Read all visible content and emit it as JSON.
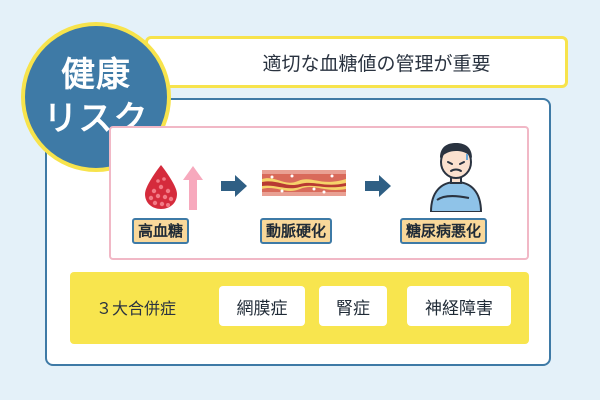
{
  "title": {
    "line1": "健康",
    "line2": "リスク"
  },
  "subtitle": "適切な血糖値の管理が重要",
  "flow": {
    "step1": "高血糖",
    "step2": "動脈硬化",
    "step3": "糖尿病悪化"
  },
  "complications": {
    "label": "３大合併症",
    "items": [
      "網膜症",
      "腎症",
      "神経障害"
    ]
  },
  "colors": {
    "background": "#e4f1f9",
    "primary_blue": "#3e7aa6",
    "accent_yellow": "#f8e54e",
    "label_orange": "#f9d89a",
    "pink": "#f1b8c6",
    "blood_red": "#d52b3c"
  },
  "icons": [
    "blood-drop-icon",
    "up-arrow-icon",
    "artery-icon",
    "right-arrow-icon",
    "sick-person-icon"
  ]
}
